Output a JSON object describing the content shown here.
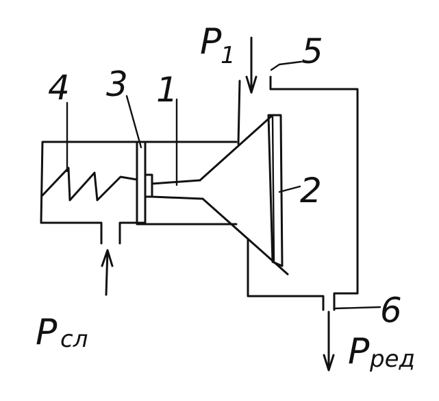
{
  "labels": {
    "part1": "1",
    "part2": "2",
    "part3": "3",
    "part4": "4",
    "part5": "5",
    "part6": "6",
    "p1_main": "P",
    "p1_sub": "1",
    "psl_main": "P",
    "psl_sub": "сл",
    "pred_main": "P",
    "pred_sub": "ред"
  }
}
